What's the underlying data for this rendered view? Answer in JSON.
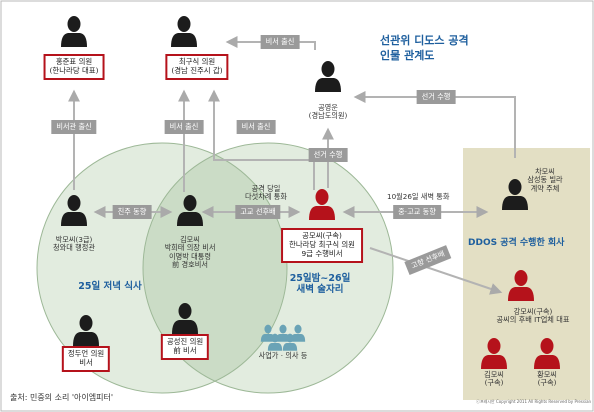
{
  "title": {
    "line1": "선관위 디도스 공격",
    "line2": "인물 관계도"
  },
  "people": {
    "hong": {
      "line1": "홍준표 의원",
      "line2": "(한나라당 대표)"
    },
    "choi_gu": {
      "line1": "최구식 의원",
      "line2": "(경남 진주시 갑)"
    },
    "gong_yeong": {
      "line1": "공영운",
      "line2": "(경남도의원)"
    },
    "park": {
      "line1": "박모씨(3급)",
      "line2": "청와대 행정관"
    },
    "kim_mid": {
      "line1": "김모씨",
      "line2": "박희태 의장 비서",
      "line3": "이명박 대통령",
      "line4": "前 경호비서"
    },
    "gong_main": {
      "line1": "공모씨(구속)",
      "line2": "한나라당 최구식 의원",
      "line3": "9급 수행비서"
    },
    "cha": {
      "line1": "차모씨",
      "line2": "삼성동 빌라",
      "line3": "계약 주체"
    },
    "kang": {
      "line1": "강모씨(구속)",
      "line2": "공씨의 후배 IT업체 대표"
    },
    "kim_low": {
      "line1": "김모씨",
      "line2": "(구속)"
    },
    "hwang": {
      "line1": "황모씨",
      "line2": "(구속)"
    },
    "jeong": {
      "line1": "정두언 의원",
      "line2": "비서"
    },
    "gong_seong": {
      "line1": "공성진 의원",
      "line2": "前 비서"
    },
    "businessmen": {
      "line1": "사업가 · 의사 등"
    }
  },
  "circles": {
    "left": "25일 저녁 식사",
    "right_line1": "25일밤~26일",
    "right_line2": "새벽 술자리"
  },
  "edges": {
    "hong_park": "비서관 출신",
    "choi_kim": "비서 출신",
    "choi_gong": "비서 출신",
    "gong_yeong_choi": "비서 출신",
    "park_kim": "친주 동향",
    "kim_gong": "고교 선후배",
    "call_top_line1": "공격 당일",
    "call_top_line2": "다섯차례 통화",
    "gong_gong_yeong": "선거 수행",
    "cha_gong_yeong": "선거 수행",
    "call_cha_label": "10월26일 새벽 통화",
    "call_cha_tag": "중·고교 동향",
    "gong_kang": "고향 선후배"
  },
  "ddos_label": "DDOS 공격 수행한 회사",
  "source": "출처: 민중의 소리 '아이엠피터'",
  "copyright": "ⓒ프레시안 Copyright 2011 All Rights Reserved by Pressian",
  "colors": {
    "accent_blue": "#1e5f9e",
    "suspect_red": "#b5121b",
    "circle_green": "#dde9d9",
    "panel_tan": "#e3dfc4",
    "tag_gray": "#9a9a9a"
  }
}
